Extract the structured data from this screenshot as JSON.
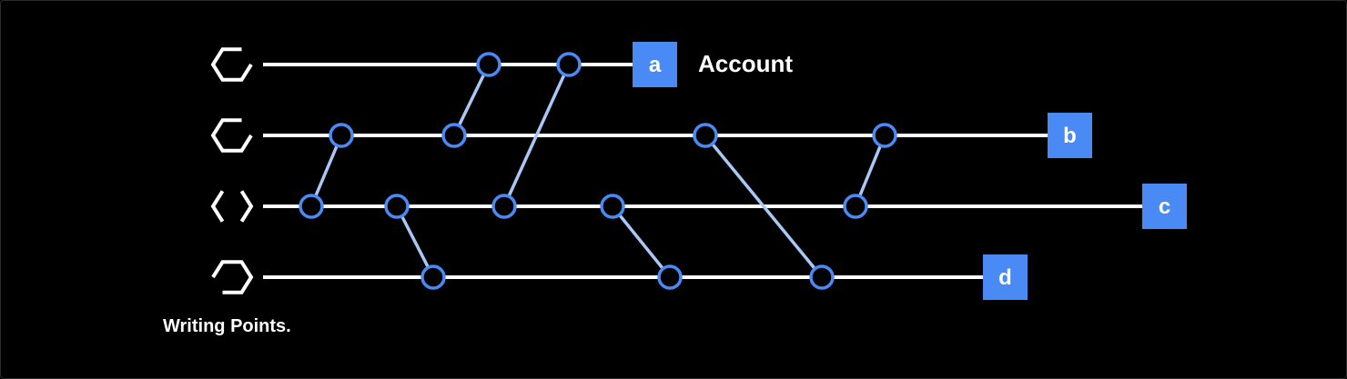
{
  "diagram": {
    "title": "Account",
    "caption": "Writing Points.",
    "colors": {
      "background": "#000000",
      "line": "#ffffff",
      "node_stroke": "#4a8af4",
      "link": "#a9c8f5",
      "end_box": "#4a8af4",
      "end_text": "#ffffff"
    },
    "lanes": [
      {
        "id": "a",
        "end_label": "a",
        "icon": "hexagon-partial-icon"
      },
      {
        "id": "b",
        "end_label": "b",
        "icon": "hexagon-partial-icon"
      },
      {
        "id": "c",
        "end_label": "c",
        "icon": "hexagon-partial-icon"
      },
      {
        "id": "d",
        "end_label": "d",
        "icon": "hexagon-partial-icon"
      }
    ]
  }
}
